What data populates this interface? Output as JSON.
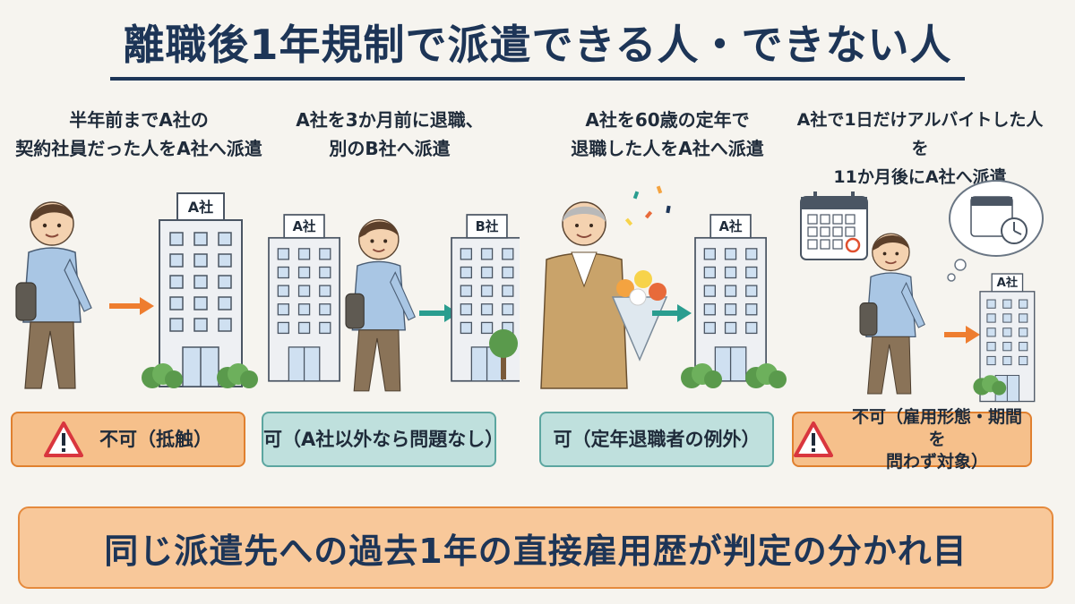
{
  "title": "離職後1年規制で派遣できる人・できない人",
  "columns": [
    {
      "caption_lines": [
        "半年前までA社の",
        "契約社員だった人をA社へ派遣"
      ],
      "building_label": "A社",
      "verdict": "不可（抵触）",
      "verdict_type": "ng"
    },
    {
      "caption_lines": [
        "A社を3か月前に退職、",
        "別のB社へ派遣"
      ],
      "building_label_from": "A社",
      "building_label": "B社",
      "verdict": "可（A社以外なら問題なし）",
      "verdict_type": "ok"
    },
    {
      "caption_lines": [
        "A社を60歳の定年で",
        "退職した人をA社へ派遣"
      ],
      "building_label": "A社",
      "verdict": "可（定年退職者の例外）",
      "verdict_type": "ok"
    },
    {
      "caption_lines": [
        "A社で1日だけアルバイトした人を",
        "11か月後にA社へ派遣"
      ],
      "building_label": "A社",
      "verdict_lines": [
        "不可（雇用形態・期間を",
        "問わず対象）"
      ],
      "verdict_type": "ng"
    }
  ],
  "footer": "同じ派遣先への過去1年の直接雇用歴が判定の分かれ目",
  "colors": {
    "title": "#1d3557",
    "ng_fill": "#f6c08b",
    "ng_border": "#e0802f",
    "ok_fill": "#bfe0dd",
    "ok_border": "#5ca6a0",
    "arrow_orange": "#ee7d2f",
    "arrow_teal": "#2a9d8f"
  }
}
